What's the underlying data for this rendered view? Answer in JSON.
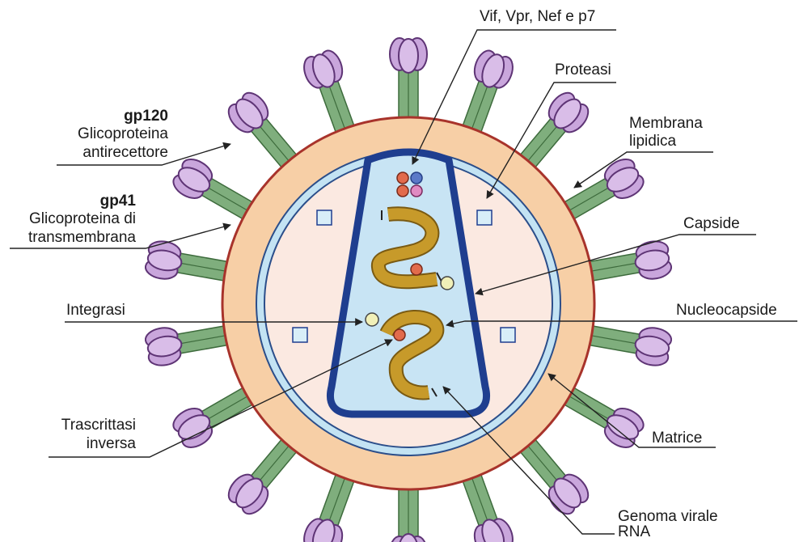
{
  "labels": {
    "gp120_name": "gp120",
    "gp120_desc_1": "Glicoproteina",
    "gp120_desc_2": "antirecettore",
    "gp41_name": "gp41",
    "gp41_desc_1": "Glicoproteina di",
    "gp41_desc_2": "transmembrana",
    "integrasi": "Integrasi",
    "trascrittasi_1": "Trascrittasi",
    "trascrittasi_2": "inversa",
    "accessory": "Vif, Vpr, Nef e p7",
    "proteasi": "Proteasi",
    "membrana_1": "Membrana",
    "membrana_2": "lipidica",
    "capside": "Capside",
    "nucleocapside": "Nucleocapside",
    "matrice": "Matrice",
    "genoma_1": "Genoma virale",
    "genoma_2": "RNA"
  },
  "colors": {
    "envelope": "#f7cfa6",
    "envelope_border": "#a8332b",
    "matrix": "#c3e3f3",
    "interior": "#fbe9e1",
    "capsid_border": "#1f3e8f",
    "capsid_fill": "#c8e4f4",
    "rna": "#c79a2a",
    "stalk": "#7fae7d",
    "knob": "#c9a6dc",
    "knob_border": "#5e3475"
  }
}
